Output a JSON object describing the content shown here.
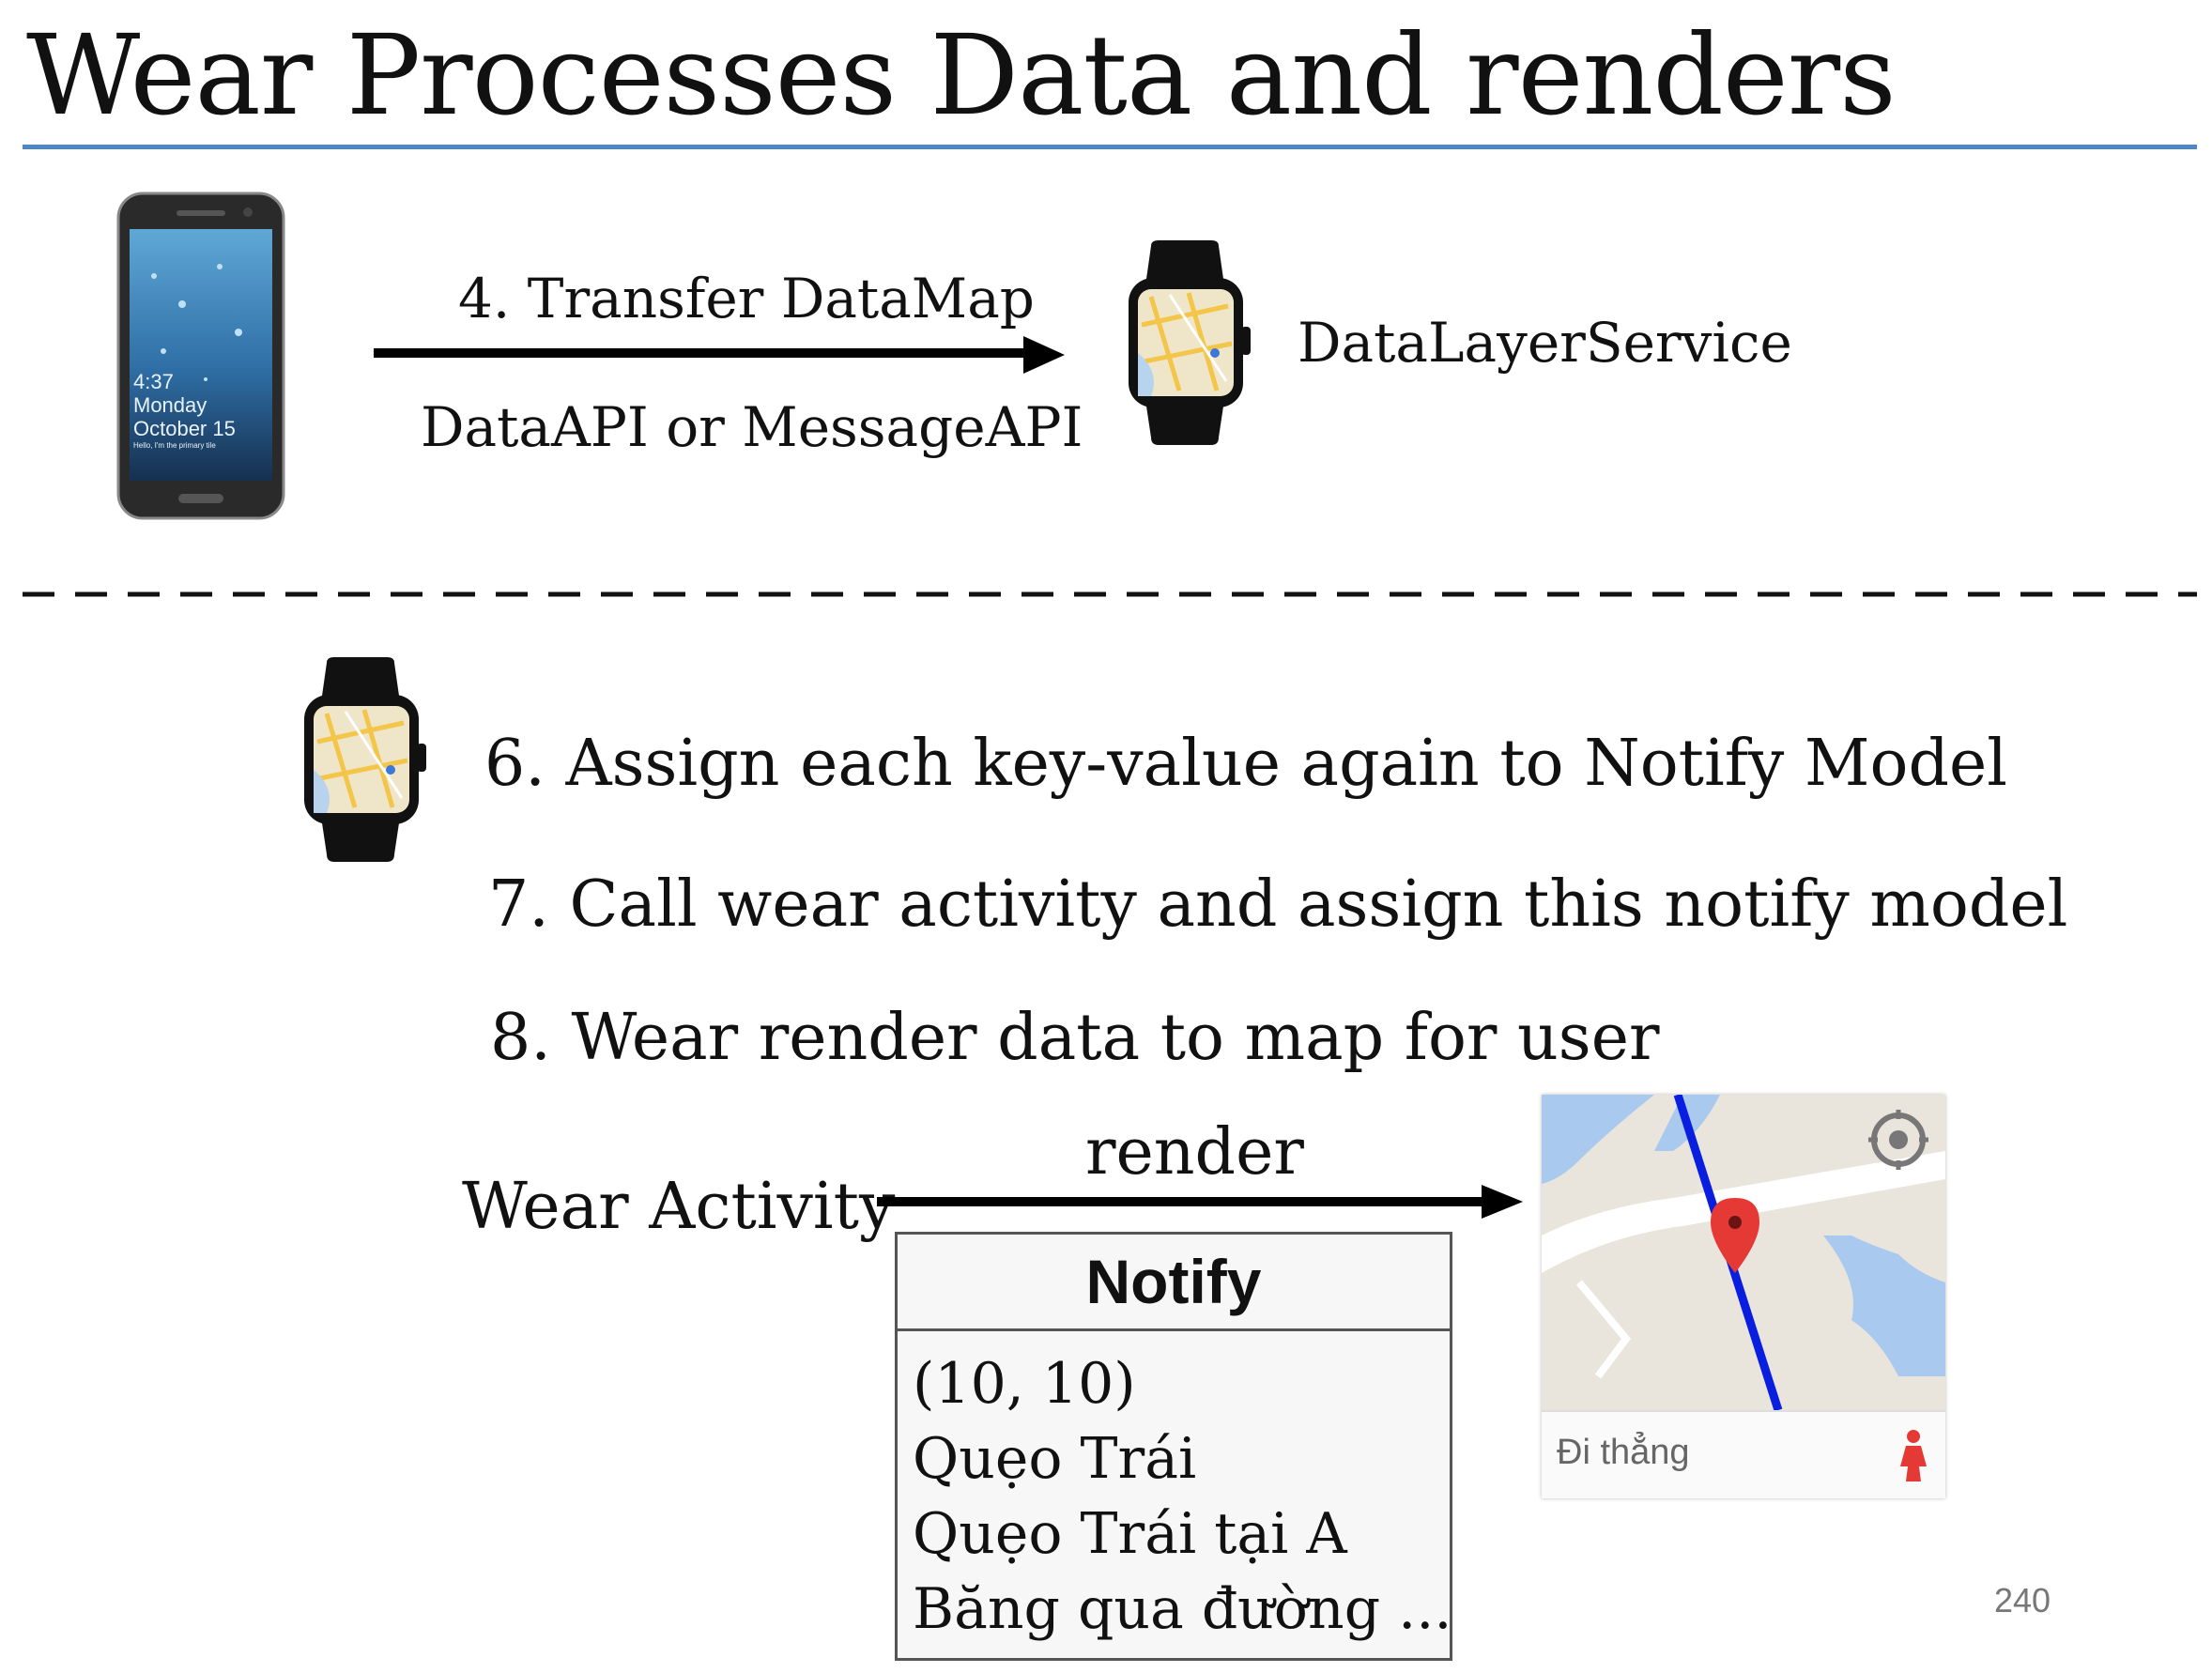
{
  "slide": {
    "title": "Wear Processes Data and renders",
    "page_number": "240"
  },
  "top_section": {
    "phone": {
      "time": "4:37",
      "day": "Monday",
      "date": "October 15",
      "message": "Hello, I'm the primary tile"
    },
    "arrow_label_top": "4. Transfer DataMap",
    "arrow_label_bottom": "DataAPI or MessageAPI",
    "service_label": "DataLayerService"
  },
  "bottom_section": {
    "steps": [
      "6. Assign each key-value again to Notify Model",
      "7. Call wear activity and assign this notify model",
      "8. Wear render data to map for user"
    ],
    "activity_label": "Wear Activity",
    "render_label": "render",
    "notify": {
      "header": "Notify",
      "lines": [
        "(10, 10)",
        "Quẹo Trái",
        "Quẹo Trái tại A",
        "Băng qua đường ..."
      ]
    },
    "map": {
      "instruction": "Đi thẳng",
      "route_color": "#0a1ee0",
      "pin_color": "#e53935"
    }
  },
  "colors": {
    "title_rule": "#4f86c6",
    "watch_body": "#111111"
  }
}
